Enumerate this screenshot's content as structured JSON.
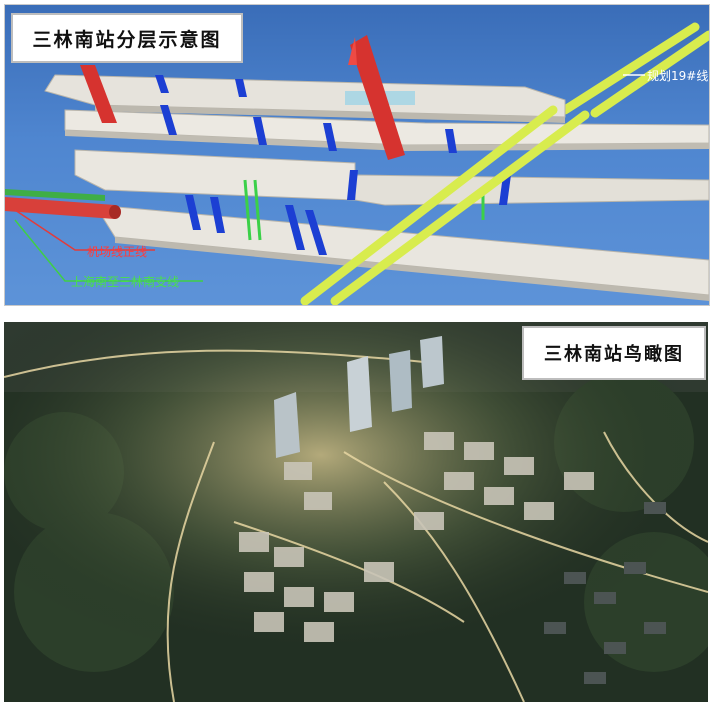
{
  "top_panel": {
    "title": "三林南站分层示意图",
    "labels": {
      "line19": "规划19#线",
      "airport_line": "机场线正线",
      "branch_line": "上海南至三林南支线"
    },
    "colors": {
      "background": "#4a7fc9",
      "line19": "#d4e84a",
      "airport_line": "#e23b3b",
      "branch_line": "#3fcf45",
      "elevator": "#1b3fd1"
    }
  },
  "bottom_panel": {
    "title": "三林南站鸟瞰图"
  }
}
